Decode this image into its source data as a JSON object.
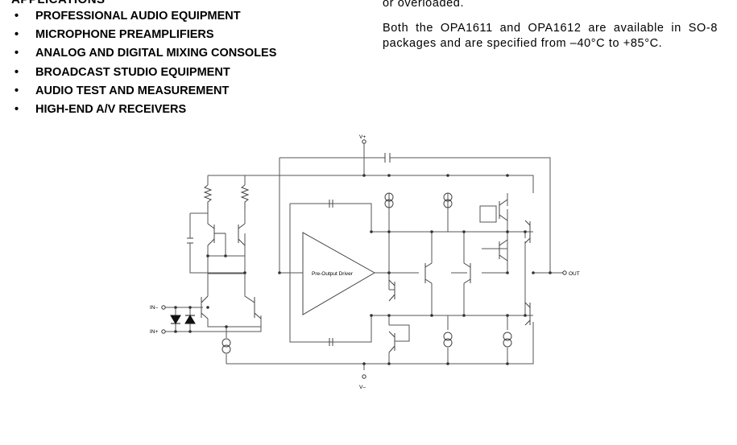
{
  "applications": {
    "heading": "APPLICATIONS",
    "items": [
      "PROFESSIONAL AUDIO EQUIPMENT",
      "MICROPHONE PREAMPLIFIERS",
      "ANALOG AND DIGITAL MIXING CONSOLES",
      "BROADCAST STUDIO EQUIPMENT",
      "AUDIO TEST AND MEASUREMENT",
      "HIGH-END A/V RECEIVERS"
    ],
    "bullet": "•"
  },
  "description": {
    "line_fragment": "or overloaded.",
    "paragraph": "Both the OPA1611 and OPA1612 are available in SO-8 packages and are specified from –40°C to +85°C."
  },
  "schematic": {
    "labels": {
      "vplus": "V+",
      "vminus": "V–",
      "in_minus": "IN–",
      "in_plus": "IN+",
      "out": "OUT",
      "driver": "Pre-Output Driver"
    }
  }
}
